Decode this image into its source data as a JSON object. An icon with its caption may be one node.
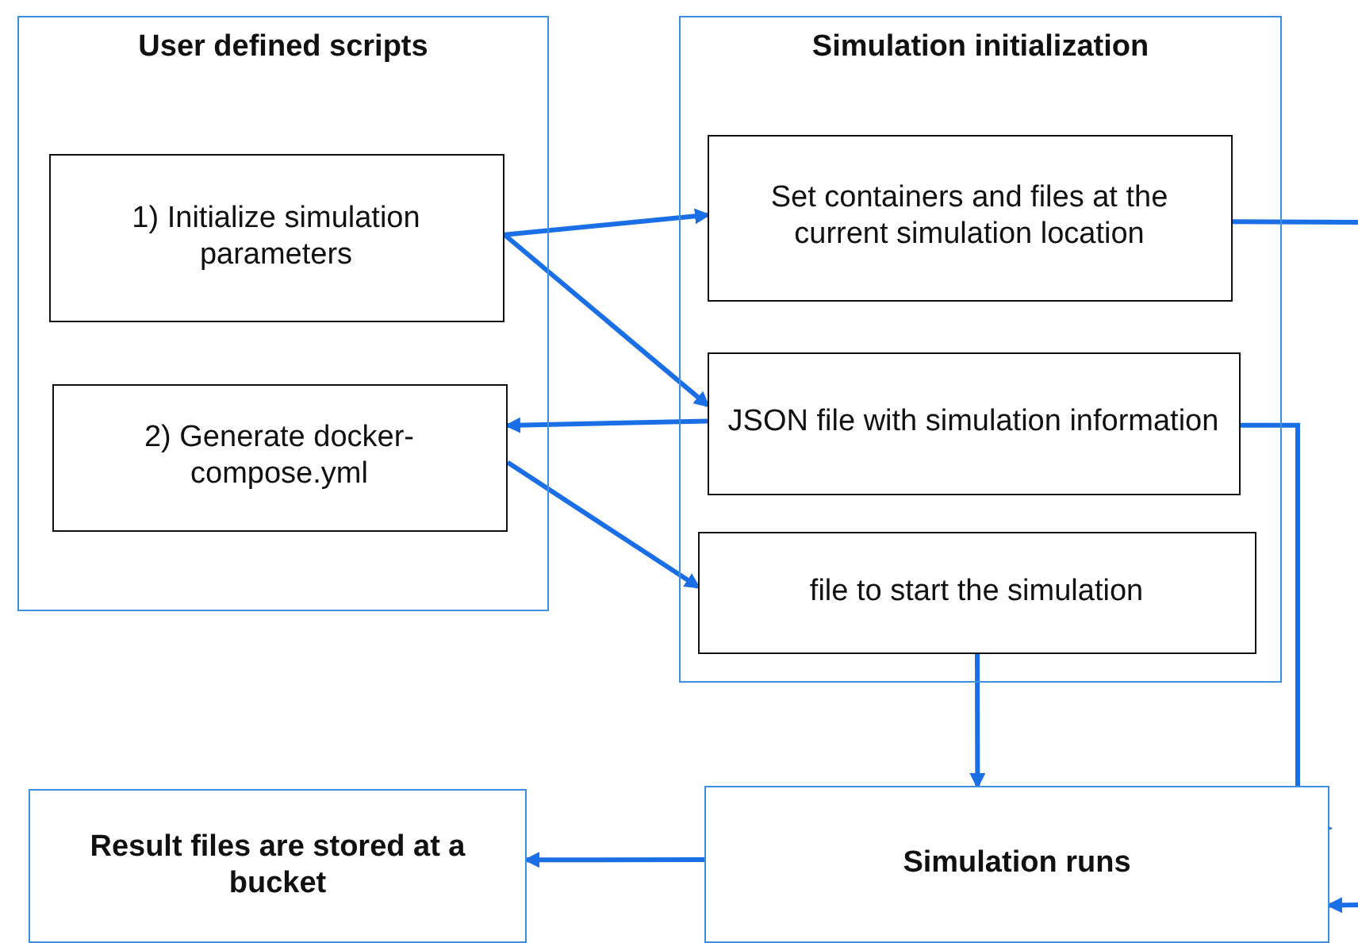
{
  "diagram": {
    "nodes": [
      {
        "text": [
          "User defined scripts"
        ]
      },
      {
        "text": [
          "1) Initialize simulation parameters"
        ],
        "in": 0
      },
      {
        "text": [
          "2) Generate docker-compose.yml"
        ],
        "in": 0
      },
      {
        "text": [
          "Simulation initialization"
        ]
      },
      {
        "text": [
          "Set containers and files at the current simulation location"
        ],
        "in": 3
      },
      {
        "text": [
          "JSON file with simulation information"
        ],
        "in": 3
      },
      {
        "text": [
          "file to start the simulation"
        ],
        "in": 3
      },
      {
        "text": [
          "Simulation runs"
        ]
      },
      {
        "text": [
          "Result files are stored at a bucket"
        ]
      }
    ],
    "edges": [
      {
        "from": 1,
        "to": 4,
        "arrow": "to"
      },
      {
        "from": 1,
        "to": 5,
        "arrow": "to"
      },
      {
        "from": 5,
        "to": 2,
        "arrow": "to"
      },
      {
        "from": 2,
        "to": 6,
        "arrow": "to"
      },
      {
        "from": 6,
        "to": 7,
        "arrow": "to"
      },
      {
        "from": 7,
        "to": 8,
        "arrow": "to"
      },
      {
        "from": 5,
        "to": 7,
        "arrow": "to"
      },
      {
        "from": 4,
        "to": null,
        "arrow": "none"
      },
      {
        "from": null,
        "to": 7,
        "arrow": "to"
      }
    ]
  }
}
